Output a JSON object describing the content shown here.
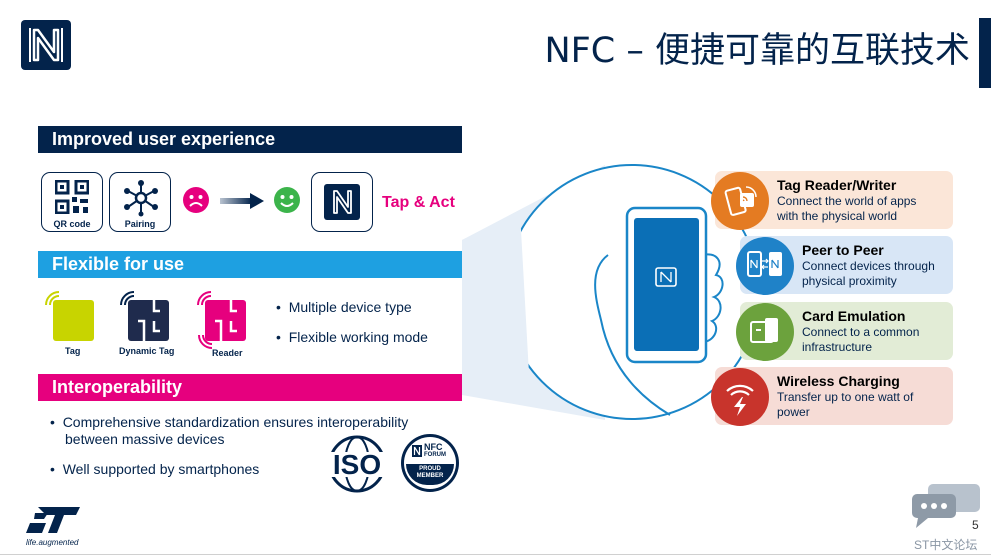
{
  "slide": {
    "title": "NFC – 便捷可靠的互联技术",
    "page_number": "5"
  },
  "sections": {
    "user_experience": {
      "heading": "Improved user experience",
      "qr_label": "QR code",
      "pairing_label": "Pairing",
      "tap_act": "Tap & Act"
    },
    "flexible": {
      "heading": "Flexible for use",
      "modes": [
        "Tag",
        "Dynamic Tag",
        "Reader"
      ],
      "bullets": [
        "Multiple device type",
        "Flexible working mode"
      ]
    },
    "interop": {
      "heading": "Interoperability",
      "bullet1_line1": "Comprehensive standardization ensures interoperability",
      "bullet1_line2": "between massive devices",
      "bullet2": "Well supported by smartphones",
      "iso_text": "ISO",
      "nfc_badge": {
        "line1": "NFC",
        "line2": "FORUM",
        "line3": "PROUD",
        "line4": "MEMBER"
      }
    }
  },
  "cards": [
    {
      "title": "Tag Reader/Writer",
      "desc_line1": "Connect the world of apps",
      "desc_line2": "with the physical world",
      "bg": "#fbe6d8",
      "icon_bg": "#e47b22"
    },
    {
      "title": "Peer to Peer",
      "desc_line1": "Connect devices through",
      "desc_line2": "physical proximity",
      "bg": "#d8e6f6",
      "icon_bg": "#1f82c8"
    },
    {
      "title": "Card Emulation",
      "desc_line1": "Connect to a common",
      "desc_line2": "infrastructure",
      "bg": "#e2ecd6",
      "icon_bg": "#6ca23d"
    },
    {
      "title": "Wireless Charging",
      "desc_line1": "Transfer up to one watt of",
      "desc_line2": "power",
      "bg": "#f6dcd6",
      "icon_bg": "#c8342c"
    }
  ],
  "brand": {
    "st_tagline": "life.augmented",
    "watermark": "ST中文论坛"
  },
  "colors": {
    "navy": "#03234b",
    "cyan": "#1ea0e1",
    "magenta": "#e6007e",
    "lime": "#c8d400",
    "sad": "#e6007e",
    "happy": "#3cb44b"
  }
}
